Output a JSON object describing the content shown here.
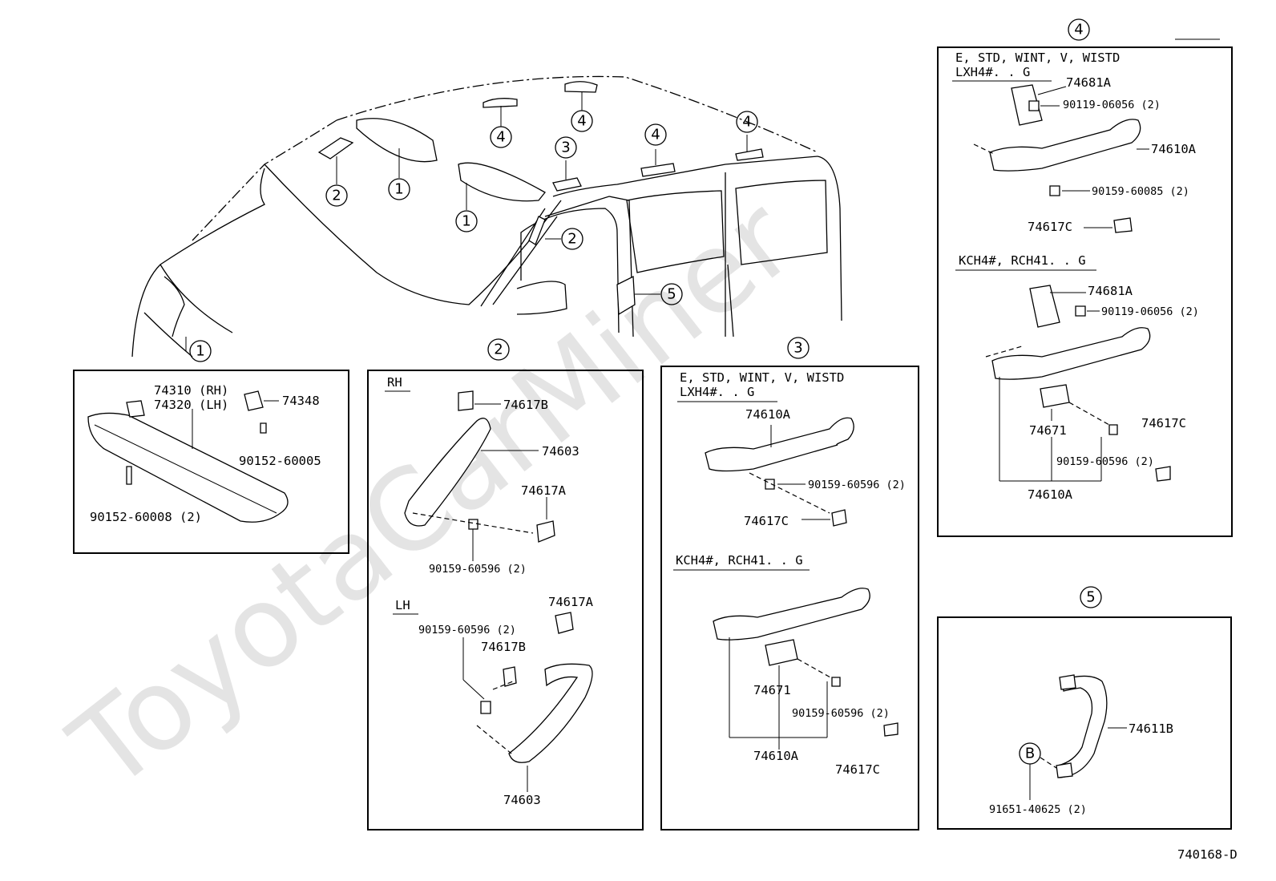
{
  "watermark": "ToyotaCarMiner",
  "diagram_code": "740168-D",
  "callout_numbers": [
    "1",
    "2",
    "3",
    "4",
    "5"
  ],
  "panel1": {
    "number": "1",
    "labels": [
      "74310 (RH)",
      "74320 (LH)",
      "74348",
      "90152-60005",
      "90152-60008 (2)"
    ]
  },
  "panel2": {
    "number": "2",
    "rh_heading": "RH",
    "lh_heading": "LH",
    "rh_labels": [
      "74617B",
      "74603",
      "74617A",
      "90159-60596 (2)"
    ],
    "lh_labels": [
      "74617A",
      "90159-60596 (2)",
      "74617B",
      "74603"
    ]
  },
  "panel3": {
    "number": "3",
    "heading_a": "E, STD, WINT, V, WISTD",
    "heading_a2": "LXH4#. . G",
    "labels_a": [
      "74610A",
      "90159-60596 (2)",
      "74617C"
    ],
    "heading_b": "KCH4#, RCH41. . G",
    "labels_b": [
      "74671",
      "90159-60596 (2)",
      "74610A",
      "74617C"
    ]
  },
  "panel4": {
    "number": "4",
    "heading_a": "E, STD, WINT, V, WISTD",
    "heading_a2": "LXH4#. . G",
    "labels_a": [
      "74681A",
      "90119-06056 (2)",
      "74610A",
      "90159-60085 (2)",
      "74617C"
    ],
    "heading_b": "KCH4#, RCH41. . G",
    "labels_b": [
      "74681A",
      "90119-06056 (2)",
      "74671",
      "74617C",
      "90159-60596 (2)",
      "74610A"
    ]
  },
  "panel5": {
    "number": "5",
    "marker": "B",
    "labels": [
      "74611B",
      "91651-40625 (2)"
    ]
  }
}
